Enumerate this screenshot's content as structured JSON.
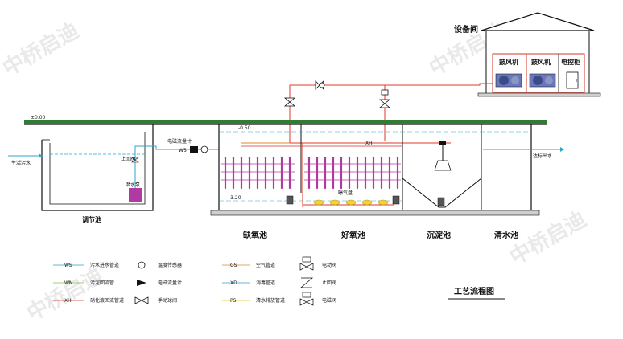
{
  "labels": {
    "equipment_room": "设备间",
    "blower_1": "鼓风机",
    "blower_2": "鼓风机",
    "control_cabinet": "电控柜",
    "ground_level": "±0.00",
    "level_neg050": "-0.50",
    "level_neg320": "-3.20",
    "raw_sewage": "生活污水",
    "check_valve": "止回阀",
    "submersible_pump": "潜水泵",
    "flowmeter": "电磁流量计",
    "ws_tag": "WS",
    "xh_tag": "XH",
    "aeration_disc": "曝气盘",
    "discharge": "达标出水",
    "regulating_tank": "调节池",
    "anoxic_tank": "缺氧池",
    "aerobic_tank": "好氧池",
    "sedimentation_tank": "沉淀池",
    "clear_water_tank": "清水池",
    "diagram_title": "工艺流程图"
  },
  "legend": [
    {
      "code": "WS",
      "text": "污水进水管道",
      "color": "#2aa8c8"
    },
    {
      "code": "WN",
      "text": "污泥回流管",
      "color": "#7cc24a"
    },
    {
      "code": "XH",
      "text": "硝化液回流管道",
      "color": "#d23a2a"
    },
    {
      "code": "GS",
      "text": "空气管道",
      "color": "#e08a2a"
    },
    {
      "code": "XD",
      "text": "消毒管道",
      "color": "#2aa8c8"
    },
    {
      "code": "PS",
      "text": "清水排放管道",
      "color": "#e0c32a"
    },
    {
      "symbol": "温度传感器"
    },
    {
      "symbol": "电磁流量计"
    },
    {
      "symbol": "手动球阀"
    },
    {
      "symbol": "电动阀"
    },
    {
      "symbol": "止回阀"
    },
    {
      "symbol": "电磁阀"
    }
  ],
  "watermark": "中桥启迪",
  "colors": {
    "structure": "#111111",
    "grass": "#2e7d32",
    "water": "#2aa8c8",
    "air": "#e03a2a",
    "diffuser": "#b03aa0",
    "sludge": "#7cc24a"
  }
}
